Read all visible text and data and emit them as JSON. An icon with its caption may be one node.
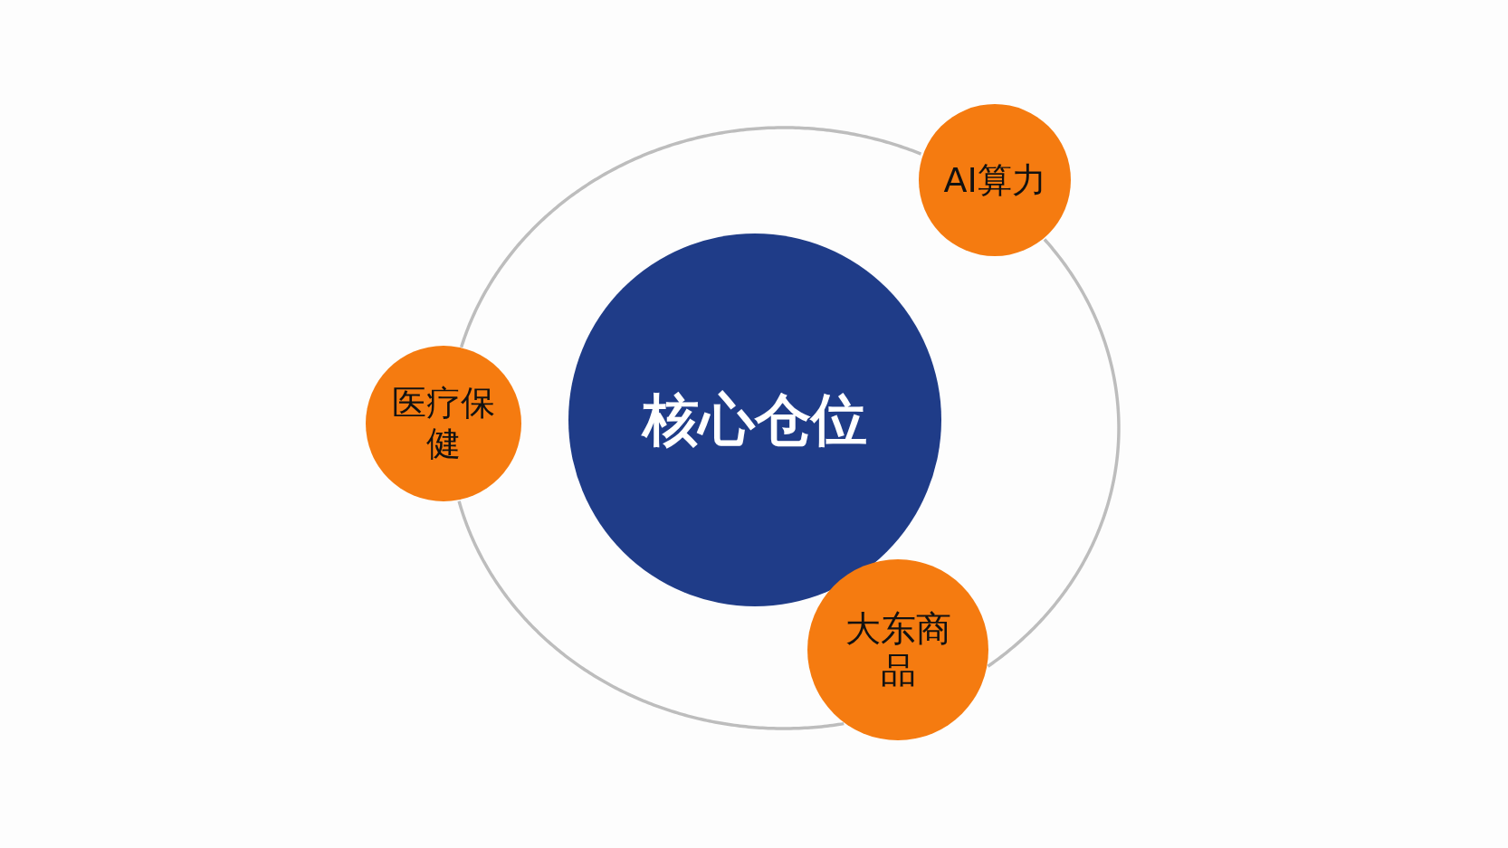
{
  "diagram": {
    "nodes": [
      {
        "text": [
          "核心仓位"
        ]
      },
      {
        "text": [
          "AI算力"
        ]
      },
      {
        "text": [
          "医疗保健"
        ]
      },
      {
        "text": [
          "大东商品"
        ]
      }
    ],
    "edges": [
      {
        "from": 1,
        "to": 2,
        "arrow": "none"
      },
      {
        "from": 2,
        "to": 3,
        "arrow": "none"
      },
      {
        "from": 3,
        "to": 1,
        "arrow": "none"
      }
    ]
  }
}
